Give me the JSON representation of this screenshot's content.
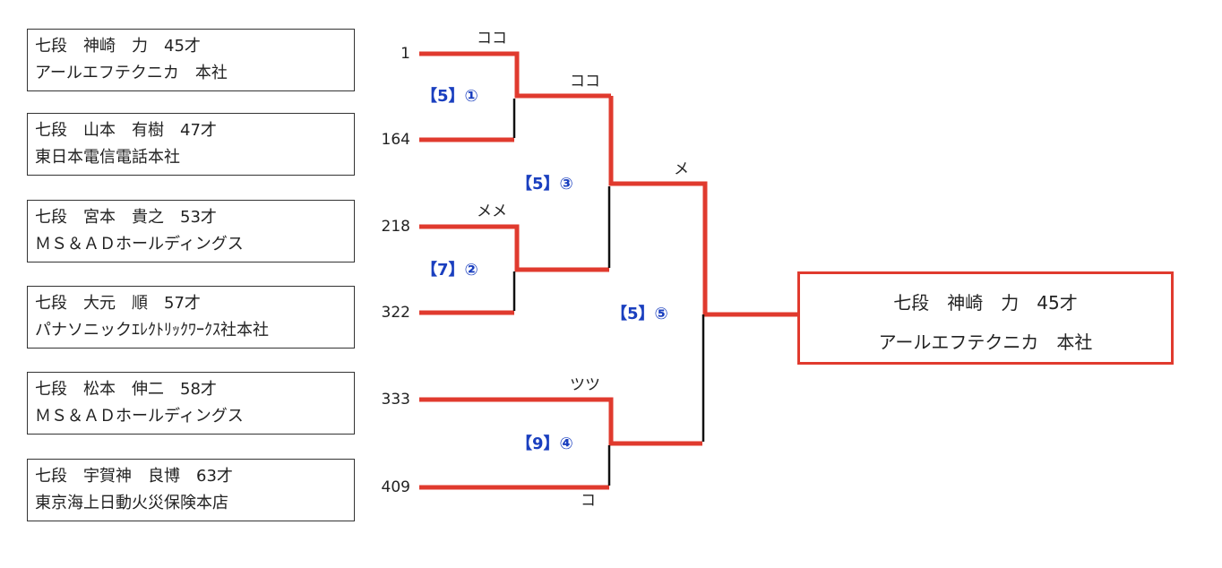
{
  "players": [
    {
      "line1": "七段　神崎　力　45才",
      "line2": "アールエフテクニカ　本社"
    },
    {
      "line1": "七段　山本　有樹　47才",
      "line2": "東日本電信電話本社"
    },
    {
      "line1": "七段　宮本　貴之　53才",
      "line2": "ＭＳ＆ＡＤホールディングス"
    },
    {
      "line1": "七段　大元　順　57才",
      "line2": "パナソニックｴﾚｸﾄﾘｯｸﾜｰｸｽ社本社"
    },
    {
      "line1": "七段　松本　伸二　58才",
      "line2": "ＭＳ＆ＡＤホールディングス"
    },
    {
      "line1": "七段　宇賀神　良博　63才",
      "line2": "東京海上日動火災保険本店"
    }
  ],
  "seeds": [
    "1",
    "164",
    "218",
    "322",
    "333",
    "409"
  ],
  "matches": {
    "m1": "【5】①",
    "m2": "【7】②",
    "m3": "【5】③",
    "m4": "【9】④",
    "m5": "【5】⑤"
  },
  "results": {
    "r1": "ココ",
    "r2": "メメ",
    "r3": "ココ",
    "r4a": "ツツ",
    "r4b": "コ",
    "r5": "メ"
  },
  "champion": {
    "line1": "七段　神崎　力　45才",
    "line2": "アールエフテクニカ　本社"
  },
  "colors": {
    "winner_line": "#e03a2e",
    "loser_line": "#111111",
    "match_label": "#1a3fbf"
  }
}
